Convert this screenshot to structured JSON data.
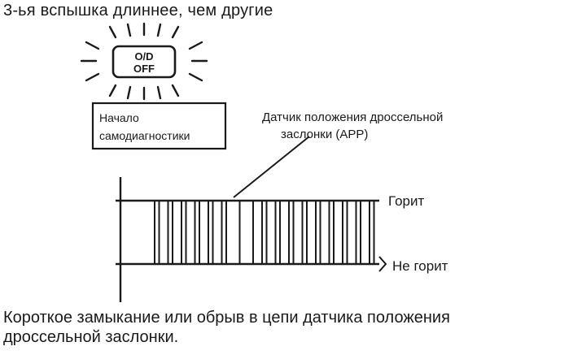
{
  "header": {
    "text": "3-ья вспышка длиннее, чем другие"
  },
  "indicator": {
    "icon": "check-engine-lamp-icon",
    "line1": "O/D",
    "line2": "OFF"
  },
  "start_box": {
    "line1": "Начало",
    "line2": "самодиагностики"
  },
  "sensor_label": {
    "line1": "Датчик положения дроссельной",
    "line2": "заслонки (APP)"
  },
  "signal": {
    "on_label": "Горит",
    "off_label": "Не горит",
    "pulses": [
      {
        "start": 0,
        "width": 2
      },
      {
        "start": 6,
        "width": 2
      },
      {
        "start": 12,
        "width": 2
      },
      {
        "start": 18,
        "width": 2
      },
      {
        "start": 24,
        "width": 2
      },
      {
        "start": 30,
        "width": 2
      },
      {
        "start": 38,
        "width": 6
      },
      {
        "start": 48,
        "width": 2
      },
      {
        "start": 54,
        "width": 2
      },
      {
        "start": 60,
        "width": 2
      },
      {
        "start": 66,
        "width": 2
      },
      {
        "start": 72,
        "width": 2
      },
      {
        "start": 78,
        "width": 2
      },
      {
        "start": 84,
        "width": 2
      },
      {
        "start": 90,
        "width": 2
      },
      {
        "start": 96,
        "width": 2
      }
    ]
  },
  "caption": {
    "line1": "Короткое замыкание или обрыв в цепи датчика положения",
    "line2": "дроссельной заслонки."
  },
  "colors": {
    "ink": "#1a1a1a",
    "background": "#ffffff"
  }
}
